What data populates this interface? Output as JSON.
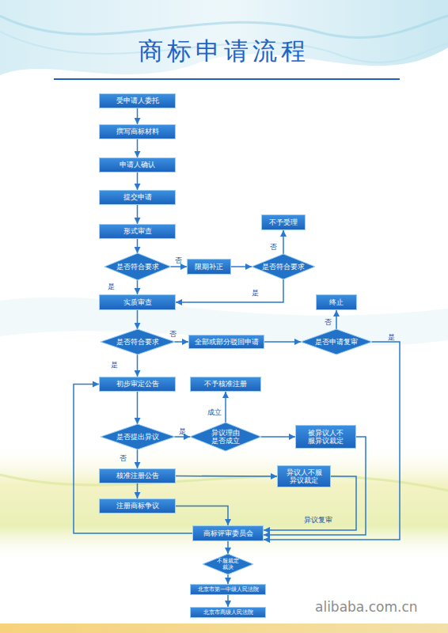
{
  "diagram": {
    "title": "商标申请流程",
    "nodes": [
      {
        "text": [
          "受申请人委托"
        ]
      },
      {
        "text": [
          "撰写商标材料"
        ]
      },
      {
        "text": [
          "申请人确认"
        ]
      },
      {
        "text": [
          "提交申请"
        ]
      },
      {
        "text": [
          "形式审查"
        ]
      },
      {
        "text": [
          "是否符合要求"
        ]
      },
      {
        "text": [
          "限期补正"
        ]
      },
      {
        "text": [
          "是否符合要求"
        ]
      },
      {
        "text": [
          "不予受理"
        ]
      },
      {
        "text": [
          "实质审查"
        ]
      },
      {
        "text": [
          "终止"
        ]
      },
      {
        "text": [
          "是否符合要求"
        ]
      },
      {
        "text": [
          "全部或部分驳回申请"
        ]
      },
      {
        "text": [
          "是否申请复审"
        ]
      },
      {
        "text": [
          "初步审定公告"
        ]
      },
      {
        "text": [
          "不予核准注册"
        ]
      },
      {
        "text": [
          "是否提出异议"
        ]
      },
      {
        "text": [
          "异议理由 是否成立"
        ]
      },
      {
        "text": [
          "被异议人不服异议裁定"
        ]
      },
      {
        "text": [
          "核准注册公告"
        ]
      },
      {
        "text": [
          "异议人不服异议裁定"
        ]
      },
      {
        "text": [
          "注册商标争议"
        ]
      },
      {
        "text": [
          "商标评审委员会"
        ]
      },
      {
        "text": [
          "不服裁定 裁决"
        ]
      },
      {
        "text": [
          "北京市第一中级人民法院"
        ]
      },
      {
        "text": [
          "北京市高级人民法院"
        ]
      }
    ],
    "edges": [
      {
        "from": 0,
        "to": 1,
        "arrow": "to"
      },
      {
        "from": 1,
        "to": 2,
        "arrow": "to"
      },
      {
        "from": 2,
        "to": 3,
        "arrow": "to"
      },
      {
        "from": 3,
        "to": 4,
        "arrow": "to"
      },
      {
        "from": 4,
        "to": 5,
        "arrow": "to"
      },
      {
        "from": 5,
        "to": 6,
        "label": "否",
        "arrow": "to"
      },
      {
        "from": 6,
        "to": 7,
        "arrow": "to"
      },
      {
        "from": 7,
        "to": 8,
        "label": "否",
        "arrow": "to"
      },
      {
        "from": 7,
        "to": 9,
        "label": "是",
        "arrow": "to"
      },
      {
        "from": 5,
        "to": 9,
        "label": "是",
        "arrow": "to"
      },
      {
        "from": 9,
        "to": 11,
        "arrow": "to"
      },
      {
        "from": 11,
        "to": 12,
        "label": "否",
        "arrow": "to"
      },
      {
        "from": 12,
        "to": 13,
        "arrow": "to"
      },
      {
        "from": 13,
        "to": 10,
        "label": "否",
        "arrow": "to"
      },
      {
        "from": 13,
        "to": 22,
        "label": "是",
        "arrow": "to"
      },
      {
        "from": 11,
        "to": 14,
        "label": "是",
        "arrow": "to"
      },
      {
        "from": 14,
        "to": 16,
        "arrow": "to"
      },
      {
        "from": 16,
        "to": 17,
        "label": "是",
        "arrow": "to"
      },
      {
        "from": 17,
        "to": 15,
        "label": "成立",
        "arrow": "to"
      },
      {
        "from": 17,
        "to": 18,
        "arrow": "to"
      },
      {
        "from": 18,
        "to": 22,
        "label": "异议复审",
        "arrow": "to"
      },
      {
        "from": 16,
        "to": 19,
        "label": "否",
        "arrow": "to"
      },
      {
        "from": 19,
        "to": 20,
        "arrow": "to"
      },
      {
        "from": 20,
        "to": 22,
        "arrow": "to"
      },
      {
        "from": 19,
        "to": 21,
        "arrow": "to"
      },
      {
        "from": 21,
        "to": 22,
        "arrow": "to"
      },
      {
        "from": 22,
        "to": 14,
        "arrow": "to"
      },
      {
        "from": 22,
        "to": 23,
        "arrow": "to"
      },
      {
        "from": 23,
        "to": 24,
        "arrow": "to"
      },
      {
        "from": 24,
        "to": 25,
        "arrow": "to"
      }
    ],
    "labels": [
      "alibaba.com.cn"
    ]
  }
}
